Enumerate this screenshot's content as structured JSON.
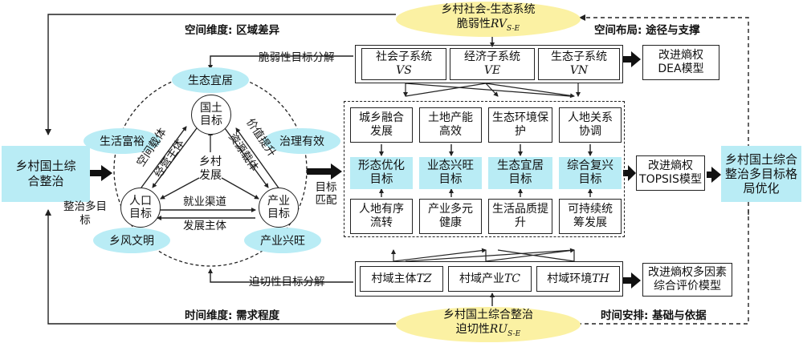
{
  "top_oval": {
    "line1": "乡村社会-生态系统",
    "line2_prefix": "脆弱性",
    "line2_var": "RV",
    "line2_sub": "S-E"
  },
  "bottom_oval": {
    "line1": "乡村国土综合整治",
    "line2_prefix": "迫切性",
    "line2_var": "RU",
    "line2_sub": "S-E"
  },
  "corner_labels": {
    "top_left": "空间维度: 区域差异",
    "top_right": "空间布局: 途径与支撑",
    "bottom_left": "时间维度: 需求程度",
    "bottom_right": "时间安排: 基础与依据"
  },
  "left_box": "乡村国土综合整治",
  "left_caption": "整治多目标",
  "right_box": "乡村国土综合整治多目标格局优化",
  "vulnerability": {
    "caption": "脆弱性目标分解",
    "items": [
      {
        "name": "社会子系统",
        "var": "VS"
      },
      {
        "name": "经济子系统",
        "var": "VE"
      },
      {
        "name": "生态子系统",
        "var": "VN"
      }
    ],
    "model": "改进熵权DEA模型"
  },
  "urgency": {
    "caption": "迫切性目标分解",
    "items": [
      {
        "name": "村域主体",
        "var": "TZ"
      },
      {
        "name": "村域产业",
        "var": "TC"
      },
      {
        "name": "村域环境",
        "var": "TH"
      }
    ],
    "model": "改进熵权多因素综合评价模型"
  },
  "matrix": {
    "top_row": [
      "城乡融合发展",
      "土地产能高效",
      "生态环境保护",
      "人地关系协调"
    ],
    "mid_row": [
      "形态优化目标",
      "业态兴旺目标",
      "生态宜居目标",
      "综合复兴目标"
    ],
    "bottom_row": [
      "人地有序流转",
      "产业多元健康",
      "生活品质提升",
      "可持续统筹发展"
    ],
    "model": "改进熵权TOPSIS模型",
    "match_label": "目标匹配"
  },
  "triangle": {
    "pills": [
      "生态宜居",
      "生活富裕",
      "治理有效",
      "乡风文明",
      "产业兴旺"
    ],
    "nodes": {
      "top": "国土目标",
      "left": "人口目标",
      "right": "产业目标"
    },
    "center": "乡村发展",
    "edges": {
      "left_outer": "空间载体",
      "left_inner": "经营主体",
      "right_outer": "价值提升",
      "right_inner": "资源载体",
      "bottom_inner": "就业渠道",
      "bottom_outer": "发展主体"
    }
  }
}
